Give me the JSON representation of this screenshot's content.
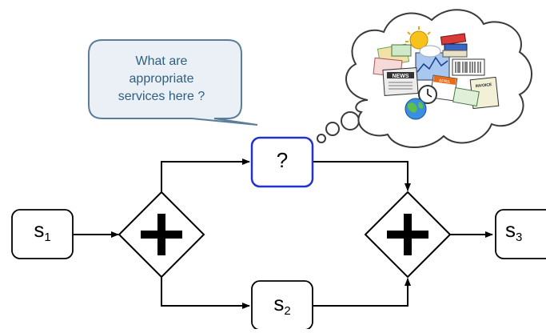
{
  "callout": {
    "line1": "What are",
    "line2": "appropriate",
    "line3": "services here ?"
  },
  "nodes": {
    "s1": {
      "letter": "s",
      "sub": "1"
    },
    "unknown": {
      "label": "?"
    },
    "s2": {
      "letter": "s",
      "sub": "2"
    },
    "s3": {
      "letter": "s",
      "sub": "3"
    }
  },
  "gateways": [
    {
      "type": "parallel-split",
      "symbol": "plus-icon"
    },
    {
      "type": "parallel-join",
      "symbol": "plus-icon"
    }
  ],
  "thought_cloud": {
    "icons": [
      "weather-sun-icon",
      "news-icon",
      "book-icon",
      "barcode-icon",
      "ticket-icon",
      "invoice-icon",
      "calendar-icon",
      "clock-icon",
      "globe-icon",
      "chart-icon"
    ],
    "icon_texts": {
      "news": "NEWS",
      "invoice": "INVOICE",
      "april": "APRIL"
    }
  },
  "colors": {
    "callout_fill": "#eaf0f5",
    "callout_stroke": "#5a7d99",
    "unknown_stroke": "#2233cc",
    "arrow": "#000000"
  }
}
